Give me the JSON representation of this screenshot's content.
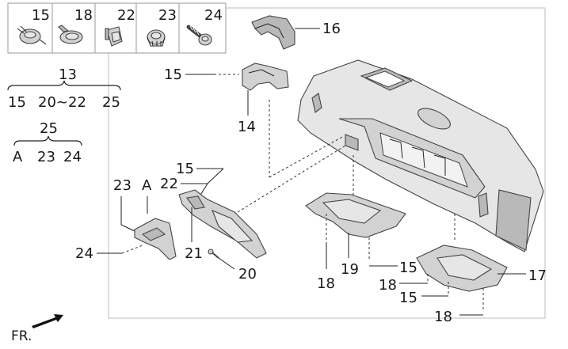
{
  "fastener_strip": {
    "labels": [
      "15",
      "18",
      "22",
      "23",
      "24"
    ],
    "icons": [
      "clip-15-icon",
      "clip-18-icon",
      "clip-22-icon",
      "nut-23-icon",
      "screw-24-icon"
    ]
  },
  "groups": {
    "group_13": {
      "number": "13",
      "members": [
        "15",
        "20~22",
        "25"
      ]
    },
    "group_25": {
      "number": "25",
      "members": [
        "A",
        "23",
        "24"
      ]
    }
  },
  "callouts": {
    "c16": "16",
    "c15_top": "15",
    "c14": "14",
    "c15_mid": "15",
    "c22_mid": "22",
    "c23": "23",
    "cA": "A",
    "c24": "24",
    "c21": "21",
    "c20": "20",
    "c18_a": "18",
    "c19": "19",
    "c15_low": "15",
    "c18_b": "18",
    "c15_low2": "15",
    "c17": "17",
    "c18_c": "18"
  },
  "direction": {
    "label": "FR."
  }
}
